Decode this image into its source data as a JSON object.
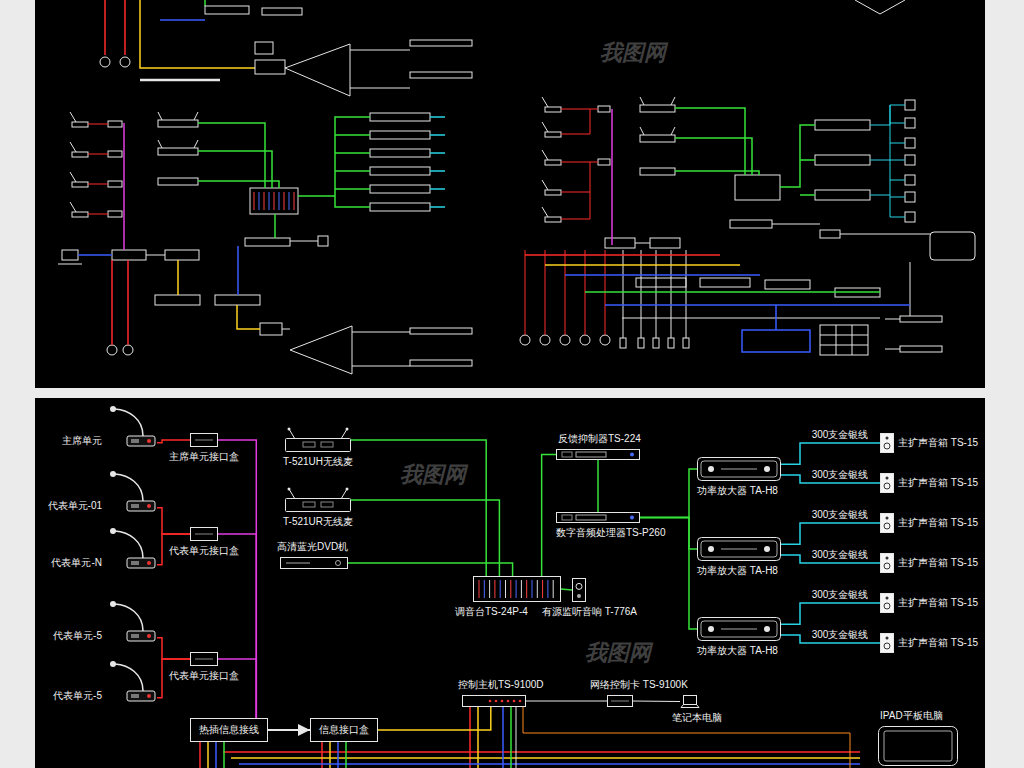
{
  "diagram": {
    "nodes": [
      {
        "text": [
          "主席单元"
        ]
      },
      {
        "text": [
          "主席单元接口盒"
        ]
      },
      {
        "text": [
          "代表单元-01"
        ]
      },
      {
        "text": [
          "代表单元-N"
        ]
      },
      {
        "text": [
          "代表单元接口盒"
        ]
      },
      {
        "text": [
          "代表单元-5"
        ]
      },
      {
        "text": [
          "代表单元-5"
        ]
      },
      {
        "text": [
          "代表单元接口盒"
        ]
      },
      {
        "text": [
          "热插信息接线"
        ]
      },
      {
        "text": [
          "信息接口盒"
        ]
      },
      {
        "text": [
          "T-521UH无线麦"
        ]
      },
      {
        "text": [
          "T-521UR无线麦"
        ]
      },
      {
        "text": [
          "高清蓝光DVD机"
        ]
      },
      {
        "text": [
          "反馈抑制器TS-224"
        ]
      },
      {
        "text": [
          "数字音频处理器TS-P260"
        ]
      },
      {
        "text": [
          "调音台TS-24P-4"
        ]
      },
      {
        "text": [
          "有源监听音响 T-776A"
        ]
      },
      {
        "text": [
          "功率放大器 TA-H8"
        ]
      },
      {
        "text": [
          "功率放大器 TA-H8"
        ]
      },
      {
        "text": [
          "功率放大器 TA-H8"
        ]
      },
      {
        "text": [
          "主扩声音箱 TS-15"
        ]
      },
      {
        "text": [
          "主扩声音箱 TS-15"
        ]
      },
      {
        "text": [
          "主扩声音箱 TS-15"
        ]
      },
      {
        "text": [
          "主扩声音箱 TS-15"
        ]
      },
      {
        "text": [
          "主扩声音箱 TS-15"
        ]
      },
      {
        "text": [
          "主扩声音箱 TS-15"
        ]
      },
      {
        "text": [
          "控制主机TS-9100D"
        ]
      },
      {
        "text": [
          "网络控制卡 TS-9100K"
        ]
      },
      {
        "text": [
          "笔记本电脑"
        ]
      },
      {
        "text": [
          "IPAD平板电脑"
        ]
      }
    ],
    "edges": [
      {
        "from": 0,
        "to": 1,
        "arrow": "none"
      },
      {
        "from": 2,
        "to": 4,
        "arrow": "none"
      },
      {
        "from": 3,
        "to": 4,
        "arrow": "none"
      },
      {
        "from": 5,
        "to": 7,
        "arrow": "none"
      },
      {
        "from": 6,
        "to": 7,
        "arrow": "none"
      },
      {
        "from": 1,
        "to": 8,
        "arrow": "none"
      },
      {
        "from": 4,
        "to": 8,
        "arrow": "none"
      },
      {
        "from": 7,
        "to": 8,
        "arrow": "none"
      },
      {
        "from": 8,
        "to": 9,
        "arrow": "to"
      },
      {
        "from": 10,
        "to": 15,
        "arrow": "none"
      },
      {
        "from": 11,
        "to": 15,
        "arrow": "none"
      },
      {
        "from": 12,
        "to": 15,
        "arrow": "none"
      },
      {
        "from": 15,
        "to": 13,
        "arrow": "none"
      },
      {
        "from": 13,
        "to": 14,
        "arrow": "none"
      },
      {
        "from": 14,
        "to": 17,
        "arrow": "none"
      },
      {
        "from": 14,
        "to": 18,
        "arrow": "none"
      },
      {
        "from": 14,
        "to": 19,
        "arrow": "none"
      },
      {
        "from": 15,
        "to": 16,
        "arrow": "none"
      },
      {
        "from": 17,
        "to": 20,
        "label": "300支金银线",
        "arrow": "none"
      },
      {
        "from": 17,
        "to": 21,
        "label": "300支金银线",
        "arrow": "none"
      },
      {
        "from": 18,
        "to": 22,
        "label": "300支金银线",
        "arrow": "none"
      },
      {
        "from": 18,
        "to": 23,
        "label": "300支金银线",
        "arrow": "none"
      },
      {
        "from": 19,
        "to": 24,
        "label": "300支金银线",
        "arrow": "none"
      },
      {
        "from": 19,
        "to": 25,
        "label": "300支金银线",
        "arrow": "none"
      },
      {
        "from": 9,
        "to": 26,
        "arrow": "none"
      },
      {
        "from": 26,
        "to": 27,
        "arrow": "none"
      },
      {
        "from": 27,
        "to": 28,
        "arrow": "none"
      }
    ],
    "labels": [
      "我图网",
      "我图网",
      "我图网"
    ]
  }
}
